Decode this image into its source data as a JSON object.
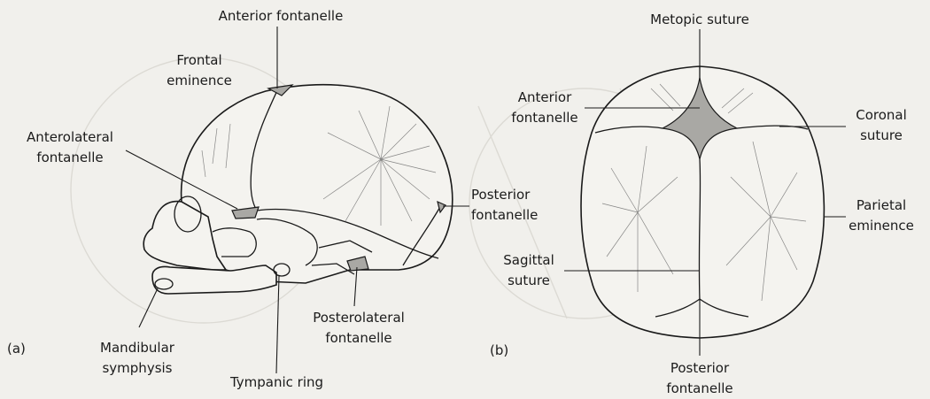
{
  "panel_a": {
    "tag": "(a)",
    "labels": {
      "anterior_fontanelle": "Anterior fontanelle",
      "frontal_eminence_1": "Frontal",
      "frontal_eminence_2": "eminence",
      "anterolateral_1": "Anterolateral",
      "anterolateral_2": "fontanelle",
      "posterior_1": "Posterior",
      "posterior_2": "fontanelle",
      "posterolateral_1": "Posterolateral",
      "posterolateral_2": "fontanelle",
      "mandibular_1": "Mandibular",
      "mandibular_2": "symphysis",
      "tympanic_ring": "Tympanic ring"
    }
  },
  "panel_b": {
    "tag": "(b)",
    "labels": {
      "metopic_suture": "Metopic suture",
      "anterior_1": "Anterior",
      "anterior_2": "fontanelle",
      "coronal_1": "Coronal",
      "coronal_2": "suture",
      "parietal_1": "Parietal",
      "parietal_2": "eminence",
      "sagittal_1": "Sagittal",
      "sagittal_2": "suture",
      "posterior_1": "Posterior",
      "posterior_2": "fontanelle"
    }
  },
  "colors": {
    "background": "#f1f0ec",
    "bone": "#f4f3ef",
    "fontanelle_fill": "#a9a8a4",
    "ink": "#1a1a1a"
  }
}
